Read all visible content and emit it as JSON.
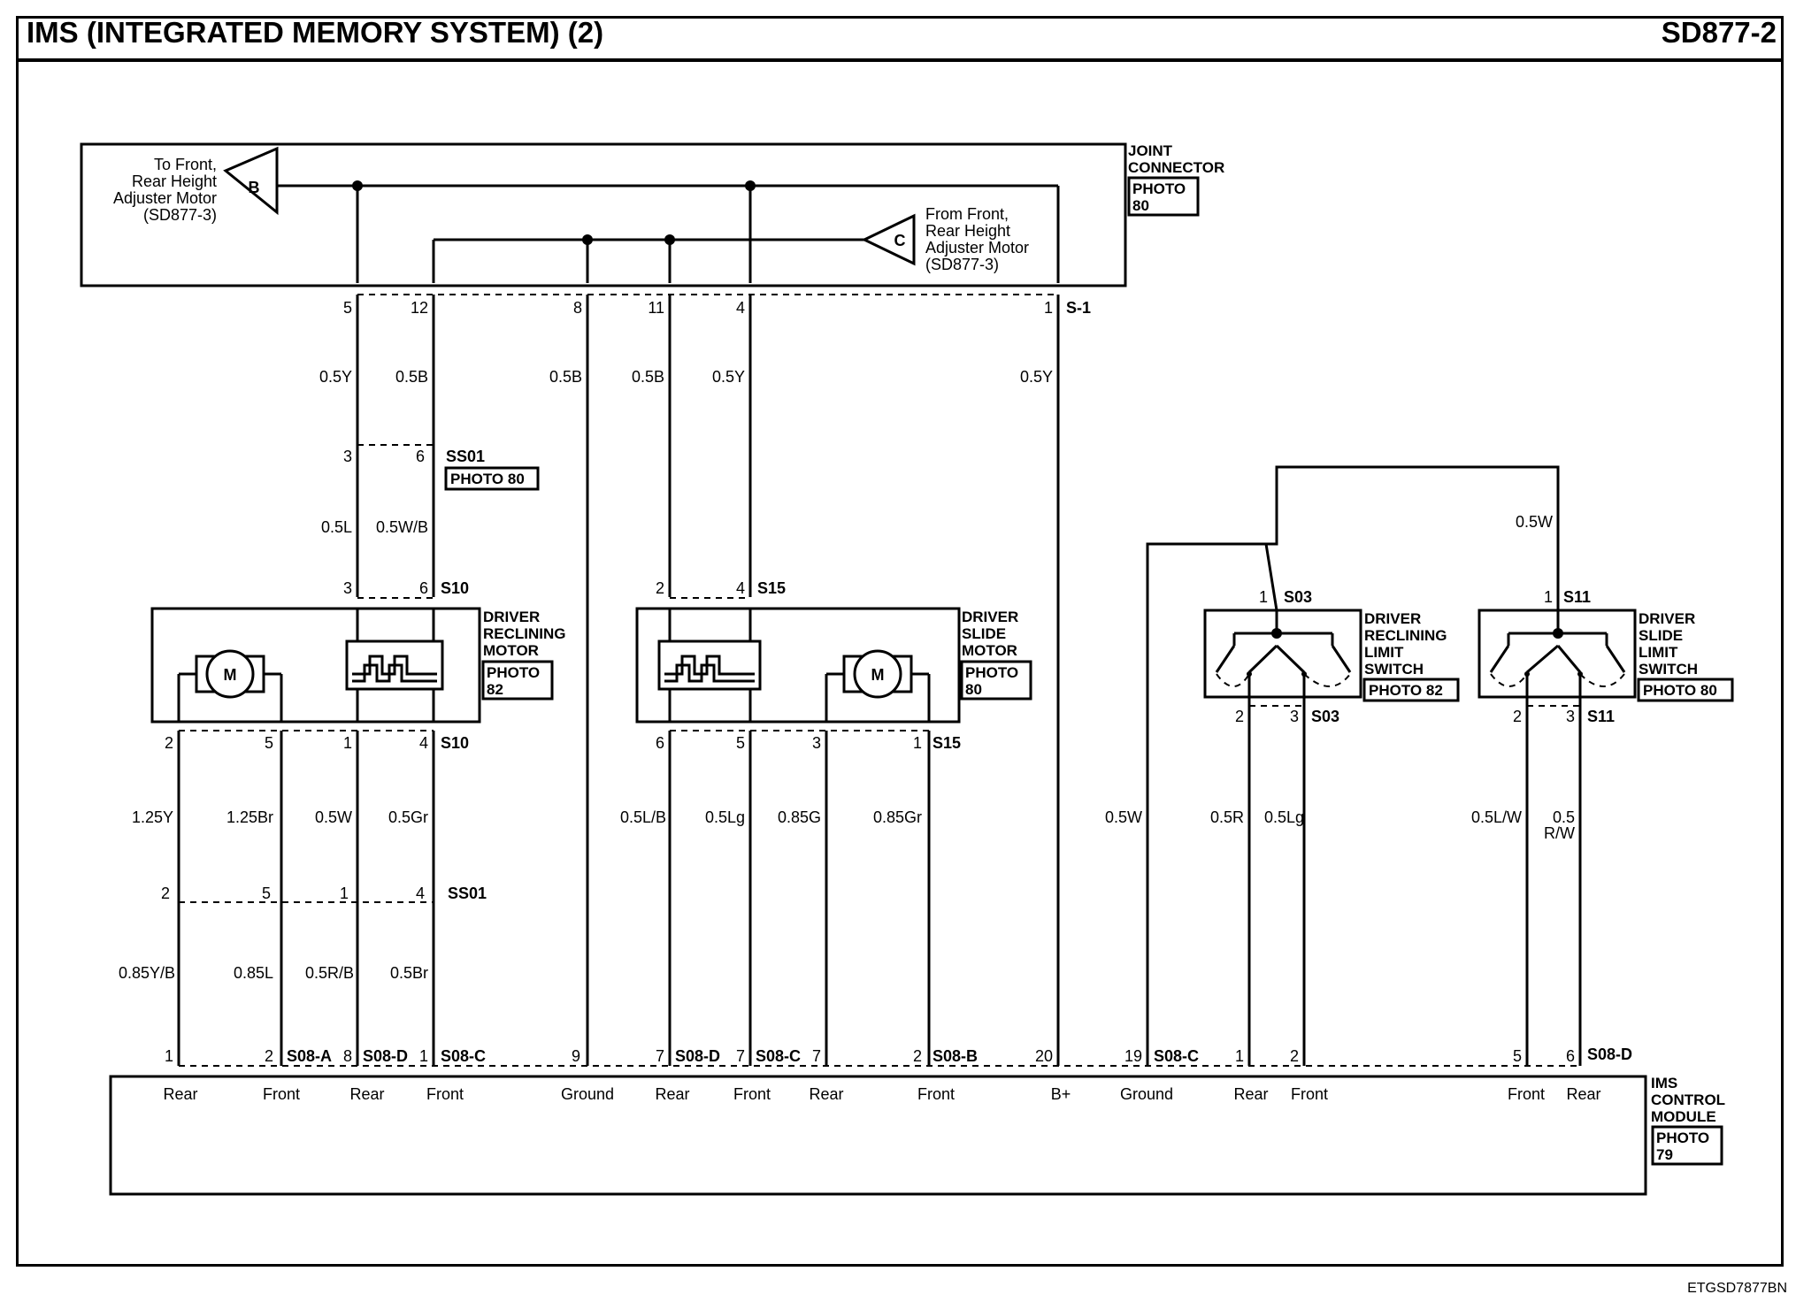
{
  "header": {
    "title": "IMS (INTEGRATED MEMORY SYSTEM) (2)",
    "code": "SD877-2"
  },
  "footer": {
    "code": "ETGSD7877BN"
  },
  "joint": {
    "name_line1": "JOINT",
    "name_line2": "CONNECTOR",
    "photo_line1": "PHOTO",
    "photo_line2": "80",
    "connector": "S-1",
    "ref_b": {
      "letter": "B",
      "line1": "To Front,",
      "line2": "Rear Height",
      "line3": "Adjuster Motor",
      "line4": "(SD877-3)"
    },
    "ref_c": {
      "letter": "C",
      "line1": "From Front,",
      "line2": "Rear Height",
      "line3": "Adjuster Motor",
      "line4": "(SD877-3)"
    },
    "pins": [
      "5",
      "12",
      "8",
      "11",
      "4",
      "1"
    ],
    "wires": [
      "0.5Y",
      "0.5B",
      "0.5B",
      "0.5B",
      "0.5Y",
      "0.5Y"
    ]
  },
  "ss01_top": {
    "label": "SS01",
    "photo": "PHOTO 80",
    "pins": [
      "3",
      "6"
    ],
    "wires": [
      "0.5L",
      "0.5W/B"
    ]
  },
  "recline_motor": {
    "line1": "DRIVER",
    "line2": "RECLINING",
    "line3": "MOTOR",
    "photo_line1": "PHOTO",
    "photo_line2": "82",
    "motor_symbol": "M",
    "top_conn": "S10",
    "top_pins": [
      "3",
      "6"
    ],
    "bot_conn": "S10",
    "bot_pins": [
      "2",
      "5",
      "1",
      "4"
    ],
    "wires": [
      "1.25Y",
      "1.25Br",
      "0.5W",
      "0.5Gr"
    ]
  },
  "ss01_bot": {
    "label": "SS01",
    "pins": [
      "2",
      "5",
      "1",
      "4"
    ],
    "wires": [
      "0.85Y/B",
      "0.85L",
      "0.5R/B",
      "0.5Br"
    ]
  },
  "slide_motor": {
    "line1": "DRIVER",
    "line2": "SLIDE",
    "line3": "MOTOR",
    "photo_line1": "PHOTO",
    "photo_line2": "80",
    "motor_symbol": "M",
    "top_conn": "S15",
    "top_pins": [
      "2",
      "4"
    ],
    "bot_conn": "S15",
    "bot_pins": [
      "6",
      "5",
      "3",
      "1"
    ],
    "wires": [
      "0.5L/B",
      "0.5Lg",
      "0.85G",
      "0.85Gr"
    ]
  },
  "recline_limit": {
    "line1": "DRIVER",
    "line2": "RECLINING",
    "line3": "LIMIT",
    "line4": "SWITCH",
    "photo": "PHOTO 82",
    "top_conn": "S03",
    "top_pin": "1",
    "bot_conn": "S03",
    "bot_pins": [
      "2",
      "3"
    ],
    "wires": [
      "0.5R",
      "0.5Lg"
    ]
  },
  "slide_limit": {
    "line1": "DRIVER",
    "line2": "SLIDE",
    "line3": "LIMIT",
    "line4": "SWITCH",
    "photo": "PHOTO 80",
    "top_conn": "S11",
    "top_pin": "1",
    "bot_conn": "S11",
    "bot_pins": [
      "2",
      "3"
    ],
    "wires": [
      "0.5L/W",
      "0.5",
      "R/W"
    ]
  },
  "misc_wires": {
    "limit_common": "0.5W",
    "ground": "0.5W"
  },
  "ims_module": {
    "line1": "IMS",
    "line2": "CONTROL",
    "line3": "MODULE",
    "photo_line1": "PHOTO",
    "photo_line2": "79",
    "connectors": [
      "S08-A",
      "S08-D",
      "S08-C",
      "S08-D",
      "S08-C",
      "S08-B",
      "S08-C",
      "S08-D"
    ],
    "pins": [
      "1",
      "2",
      "8",
      "1",
      "9",
      "7",
      "7",
      "7",
      "2",
      "20",
      "19",
      "1",
      "2",
      "5",
      "6"
    ],
    "labels": [
      "Rear",
      "Front",
      "Rear",
      "Front",
      "Ground",
      "Rear",
      "Front",
      "Rear",
      "Front",
      "B+",
      "Ground",
      "Rear",
      "Front",
      "Front",
      "Rear"
    ]
  }
}
